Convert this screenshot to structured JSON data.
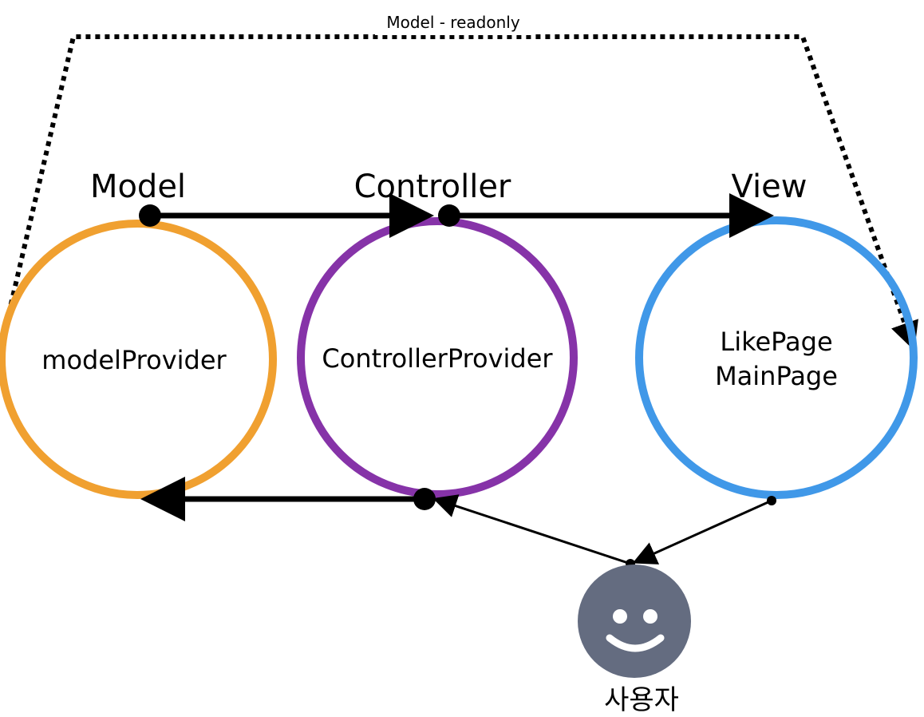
{
  "labels": {
    "readonly": "Model - readonly",
    "model": "Model",
    "controller": "Controller",
    "view": "View",
    "model_provider": "modelProvider",
    "controller_provider": "ControllerProvider",
    "view_page_1": "LikePage",
    "view_page_2": "MainPage",
    "user": "사용자"
  },
  "colors": {
    "model_ring": "#f0a030",
    "controller_ring": "#8633a8",
    "view_ring": "#4098e8",
    "user_face": "#646c80",
    "arrow": "#000000"
  },
  "icons": {
    "user": "smiley-face-icon"
  }
}
